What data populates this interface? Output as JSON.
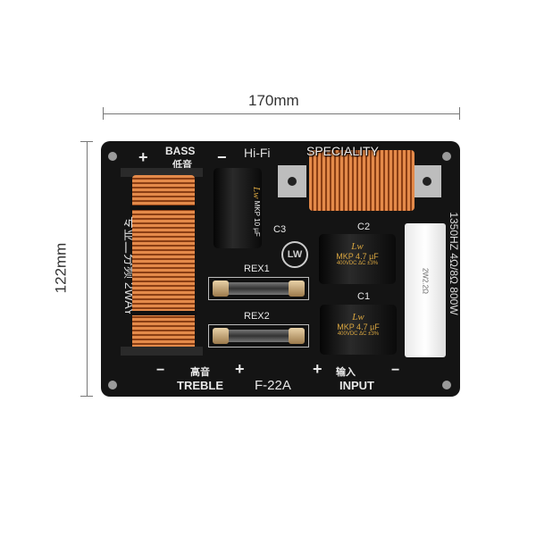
{
  "dimensions": {
    "width_label": "170mm",
    "height_label": "122mm"
  },
  "board": {
    "model": "F-22A",
    "header": "Hi-Fi",
    "speciality": "SPECIALITY",
    "bass_en": "BASS",
    "bass_cn": "低音",
    "treble_en": "TREBLE",
    "treble_cn": "高音",
    "input_en": "INPUT",
    "input_cn": "输入",
    "side_left": "专业二分频 2WAY",
    "side_right": "1350HZ 4Ω/8Ω 800W",
    "plus": "+",
    "minus": "−",
    "c1": "C1",
    "c2": "C2",
    "c3": "C3",
    "rex1": "REX1",
    "rex2": "REX2",
    "cap_brand": "Lw",
    "cap_c3": "MKP 10 µF",
    "cap_c2": "MKP 4.7 µF",
    "cap_c1": "MKP 4.7 µF",
    "cap_rating": "400VDC ΔC ±3%",
    "resistor": "2W2.2Ω",
    "logo": "LW"
  }
}
